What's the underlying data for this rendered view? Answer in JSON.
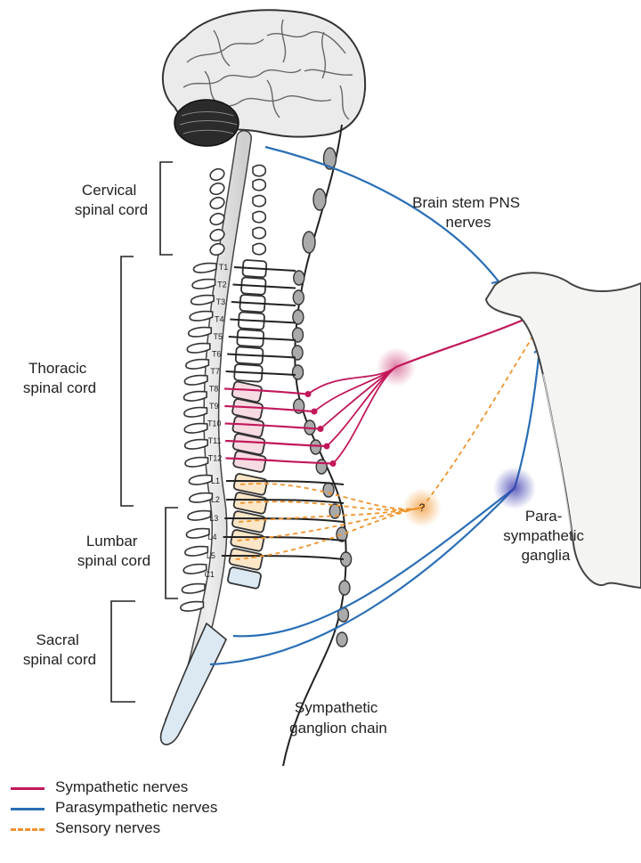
{
  "colors": {
    "sympathetic": "#c2185b",
    "parasympathetic": "#2a6fb5",
    "sensory": "#f0932b",
    "bone_fill": "#f3f3f1",
    "outline": "#333333"
  },
  "labels": {
    "cervical": [
      "Cervical",
      "spinal cord"
    ],
    "thoracic": [
      "Thoracic",
      "spinal cord"
    ],
    "lumbar": [
      "Lumbar",
      "spinal cord"
    ],
    "sacral": [
      "Sacral",
      "spinal cord"
    ],
    "brainstem": [
      "Brain stem PNS",
      "nerves"
    ],
    "para_ganglia": [
      "Para-",
      "sympathetic",
      "ganglia"
    ],
    "symp_chain": [
      "Sympathetic",
      "ganglion chain"
    ],
    "question": "?"
  },
  "vertebrae": [
    "T1",
    "T2",
    "T3",
    "T4",
    "T5",
    "T6",
    "T7",
    "T8",
    "T9",
    "T10",
    "T11",
    "T12",
    "L1",
    "L2",
    "L3",
    "L4",
    "L5",
    "C1"
  ],
  "legend": [
    {
      "label": "Sympathetic nerves",
      "color": "#c2185b",
      "style": "solid",
      "icon": "sympathetic-line-icon"
    },
    {
      "label": "Parasympathetic nerves",
      "color": "#2a6fb5",
      "style": "solid",
      "icon": "parasympathetic-line-icon"
    },
    {
      "label": "Sensory nerves",
      "color": "#f0932b",
      "style": "dashed",
      "icon": "sensory-dashed-line-icon"
    }
  ]
}
